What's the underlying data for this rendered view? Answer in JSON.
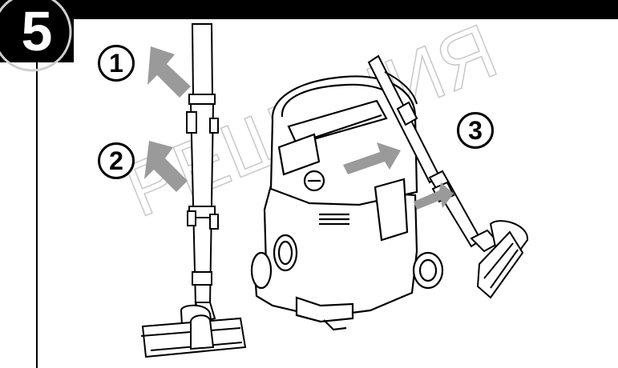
{
  "step": {
    "number": "5"
  },
  "callouts": [
    {
      "label": "1"
    },
    {
      "label": "2"
    },
    {
      "label": "3"
    }
  ],
  "watermark": {
    "text": "PEШЕНИЯ"
  },
  "icons": [
    "arrow-icon",
    "vacuum-cleaner",
    "suction-tube",
    "floor-nozzle"
  ],
  "colors": {
    "bar": "#000000",
    "arrow": "#9a9a9a",
    "line": "#000000",
    "background": "#ffffff",
    "watermark": "#c8c8c8"
  }
}
